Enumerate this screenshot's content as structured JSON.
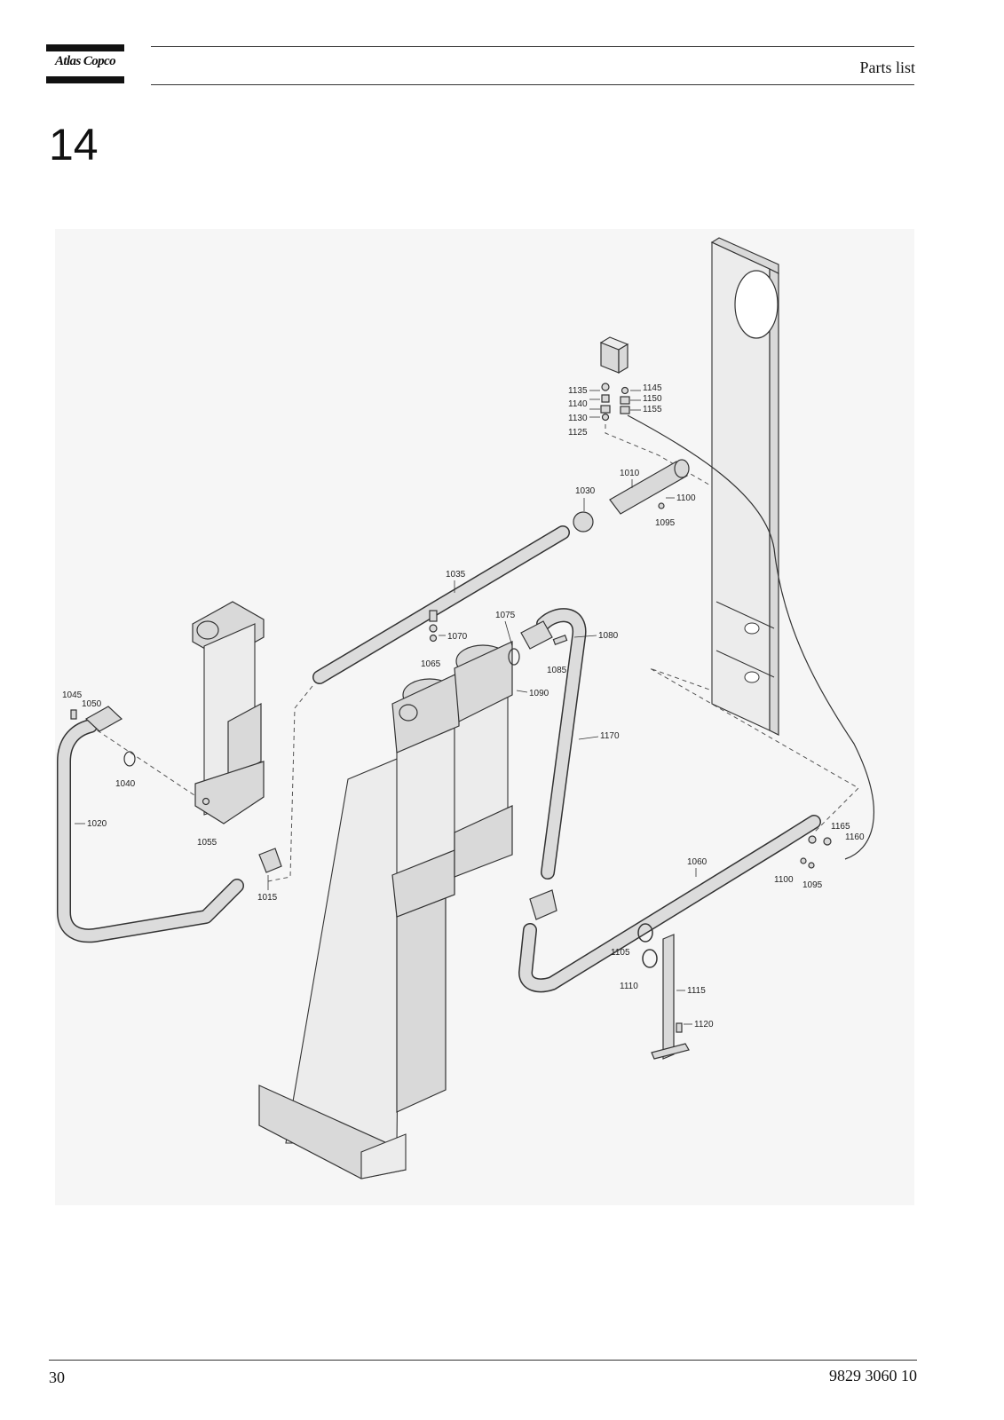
{
  "header": {
    "logo_text": "Atlas Copco",
    "section_title": "Parts list"
  },
  "chapter_number": "14",
  "drawing": {
    "part_labels": [
      "1135",
      "1140",
      "1130",
      "1125",
      "1145",
      "1150",
      "1155",
      "1010",
      "1030",
      "1100",
      "1095",
      "1035",
      "1075",
      "1080",
      "1070",
      "1065",
      "1085",
      "1090",
      "1170",
      "1045",
      "1050",
      "1040",
      "1020",
      "1055",
      "1015",
      "1165",
      "1160",
      "1060",
      "1100",
      "1095",
      "1105",
      "1110",
      "1115",
      "1120"
    ]
  },
  "footer": {
    "page_number": "30",
    "document_number": "9829 3060 10"
  }
}
